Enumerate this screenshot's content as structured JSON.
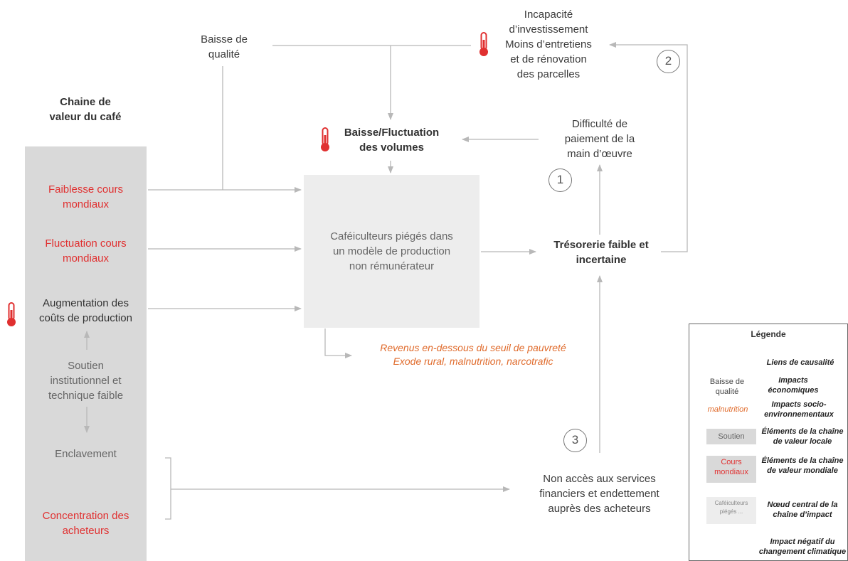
{
  "column_title": [
    "Chaine de",
    "valeur du café"
  ],
  "nodes": {
    "baisse_qualite": [
      "Baisse de",
      "qualité"
    ],
    "incapacite": [
      "Incapacité",
      "d’investissement",
      "Moins d’entretiens",
      "et de rénovation",
      "des parcelles"
    ],
    "baisse_volumes": [
      "Baisse/Fluctuation",
      "des volumes"
    ],
    "difficulte": [
      "Difficulté de",
      "paiement de la",
      "main d’œuvre"
    ],
    "faiblesse": [
      "Faiblesse cours",
      "mondiaux"
    ],
    "fluctuation": [
      "Fluctuation cours",
      "mondiaux"
    ],
    "augmentation": [
      "Augmentation des",
      "coûts de production"
    ],
    "soutien": [
      "Soutien",
      "institutionnel et",
      "technique faible"
    ],
    "enclavement": [
      "Enclavement"
    ],
    "concentration": [
      "Concentration des",
      "acheteurs"
    ],
    "central": [
      "Caféiculteurs piégés dans",
      "un modèle de production",
      "non rémunérateur"
    ],
    "tresorerie": [
      "Trésorerie faible et",
      "incertaine"
    ],
    "revenus": [
      "Revenus en-dessous du seuil de pauvreté",
      "Exode rural, malnutrition, narcotrafic"
    ],
    "non_acces": [
      "Non accès aux services",
      "financiers et endettement",
      "auprès des acheteurs"
    ]
  },
  "circles": [
    "1",
    "2",
    "3"
  ],
  "legend": {
    "title": "Légende",
    "rows": [
      {
        "sample": "",
        "text": "Liens de causalité"
      },
      {
        "sample": "Baisse de qualité",
        "text": "Impacts économiques"
      },
      {
        "sample": "malnutrition",
        "text": "Impacts socio-environnementaux"
      },
      {
        "sample": "Soutien",
        "text": "Éléments de la chaîne de valeur locale"
      },
      {
        "sample": "Cours mondiaux",
        "text": "Éléments de la chaîne de valeur mondiale"
      },
      {
        "sample": "Caféiculteurs piégés ...",
        "text": "Nœud central de la chaîne d’impact"
      },
      {
        "sample": "",
        "text": "Impact négatif du changement climatique"
      }
    ]
  },
  "colors": {
    "red": "#e03030",
    "orange": "#e06b2c",
    "arrow": "#b8b8b8",
    "column_bg": "#d9d9d9",
    "central_bg": "#ededed"
  }
}
